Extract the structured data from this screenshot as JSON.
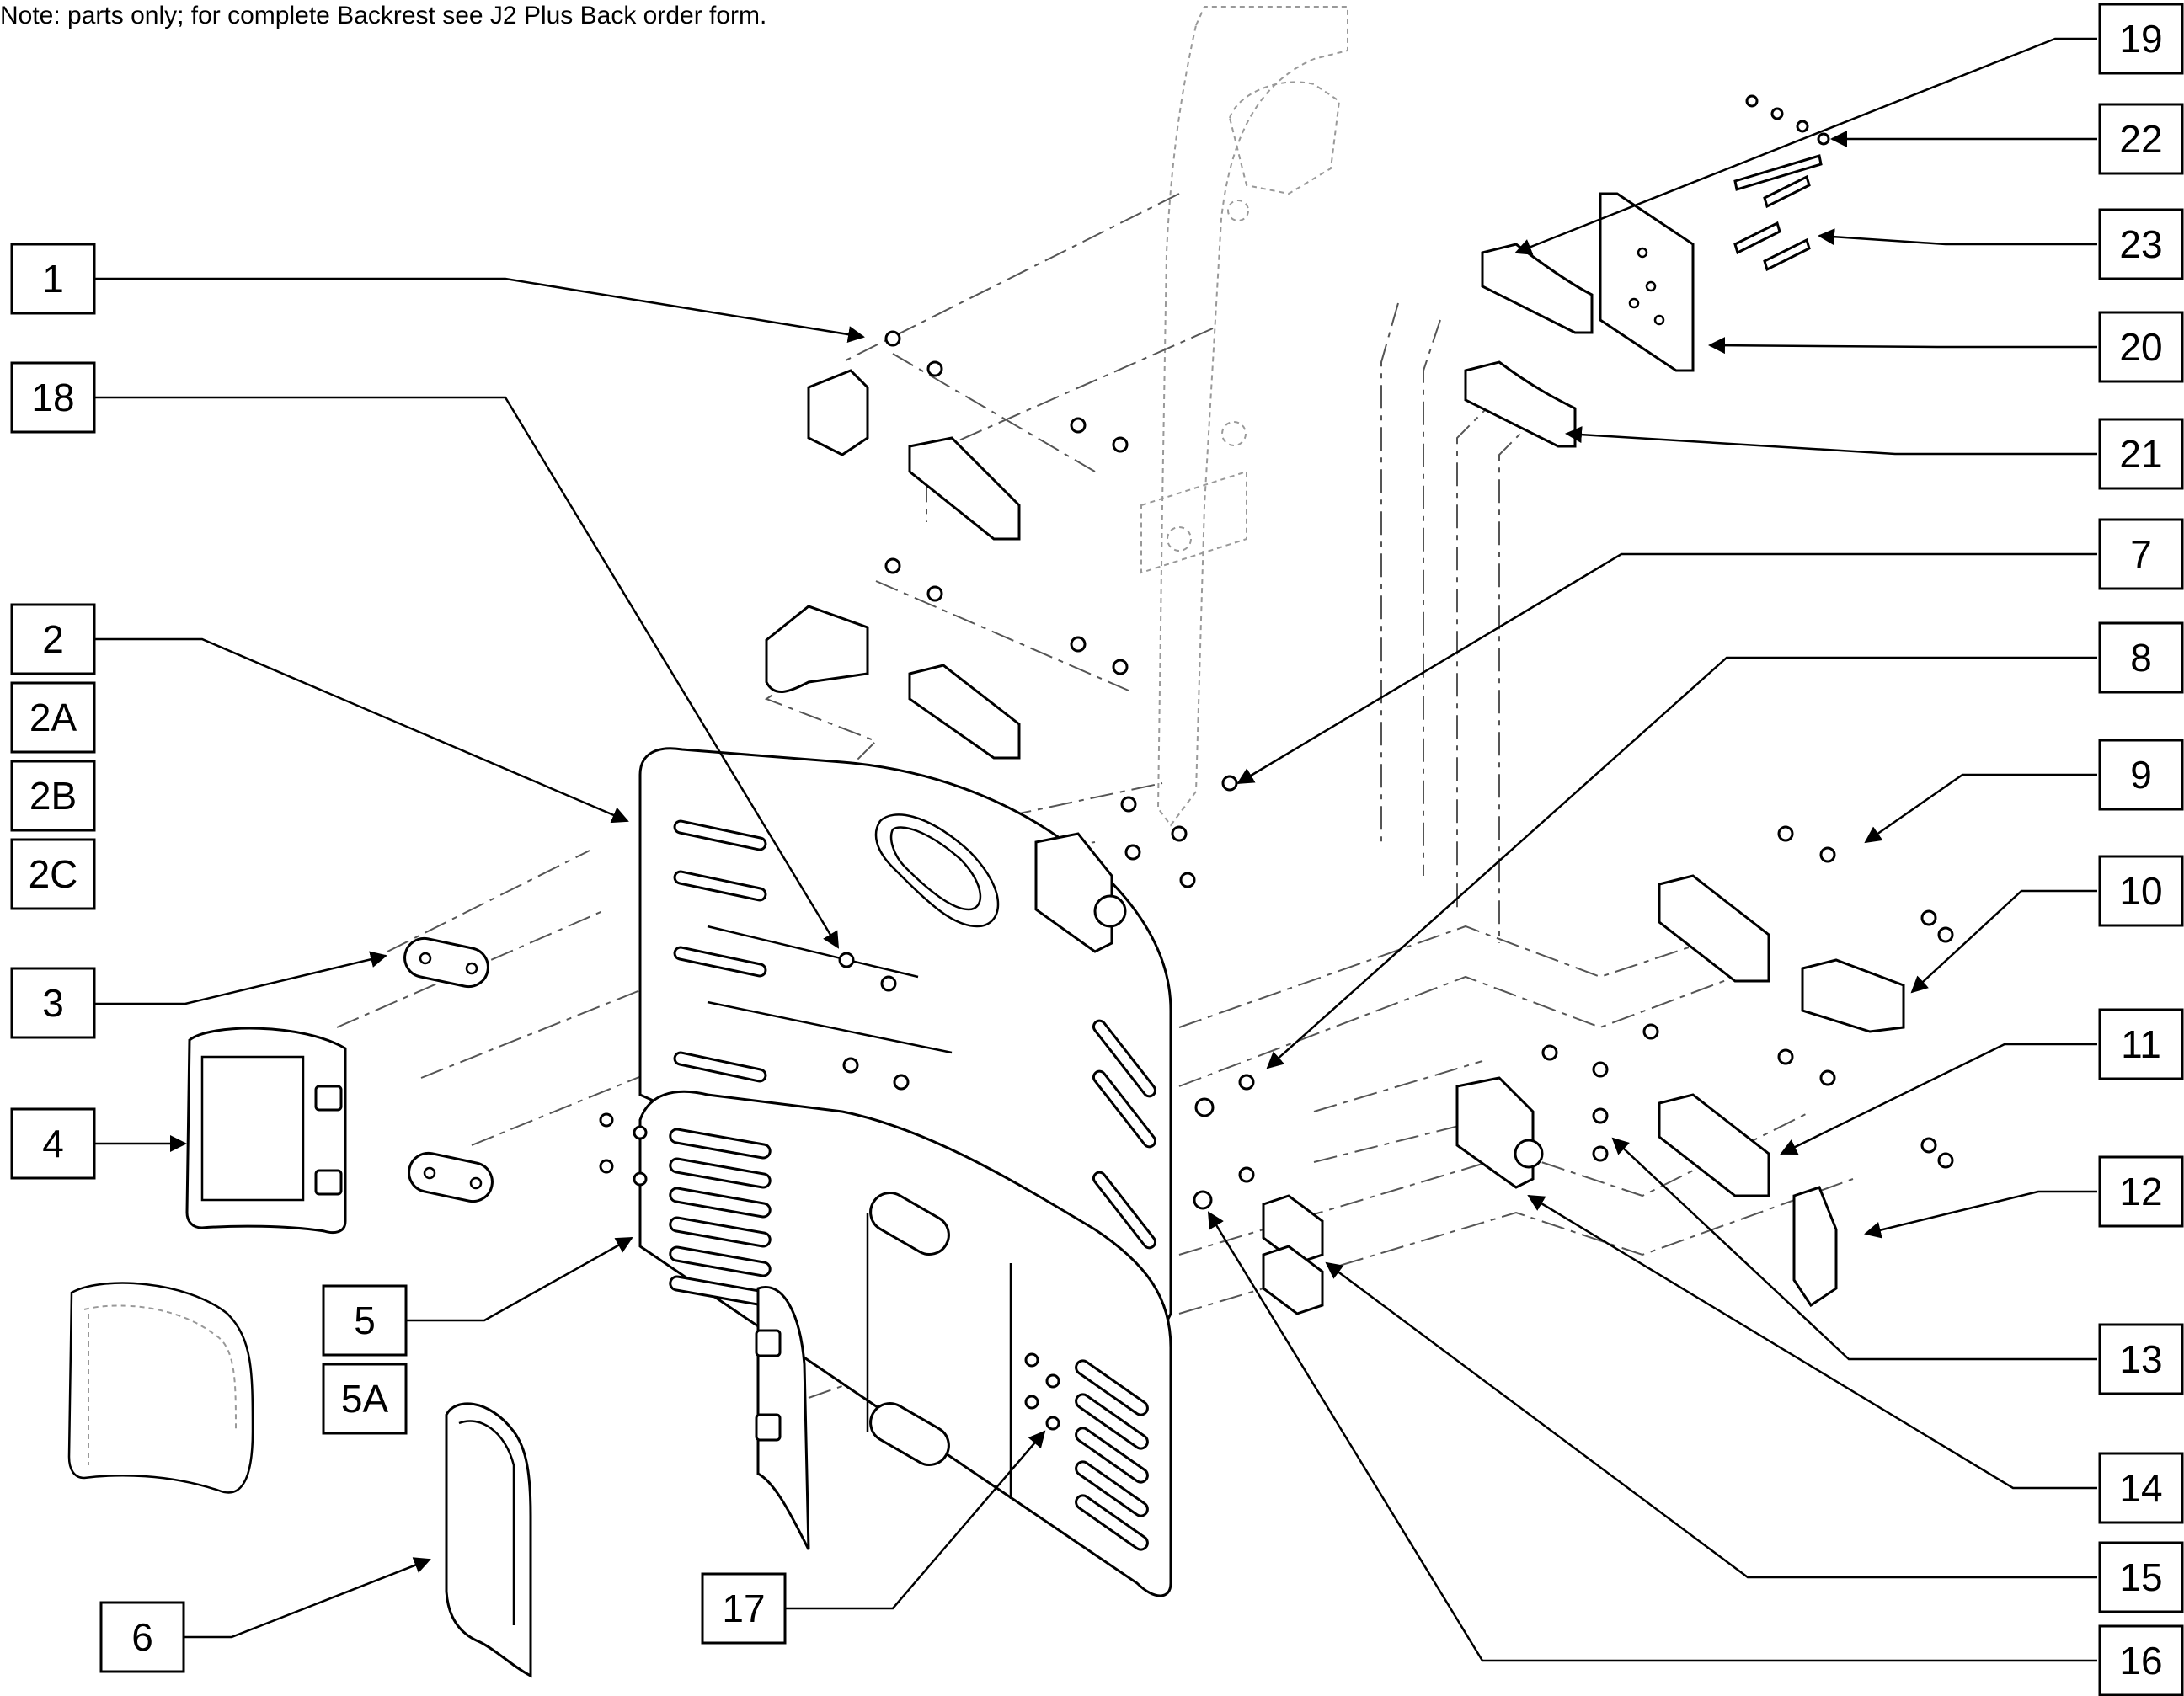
{
  "note": "Note: parts only; for complete Backrest see J2 Plus Back order form.",
  "callouts": [
    "1",
    "18",
    "2",
    "2A",
    "2B",
    "2C",
    "3",
    "4",
    "5",
    "5A",
    "6",
    "17",
    "19",
    "22",
    "23",
    "20",
    "21",
    "7",
    "8",
    "9",
    "10",
    "11",
    "12",
    "13",
    "14",
    "15",
    "16"
  ]
}
